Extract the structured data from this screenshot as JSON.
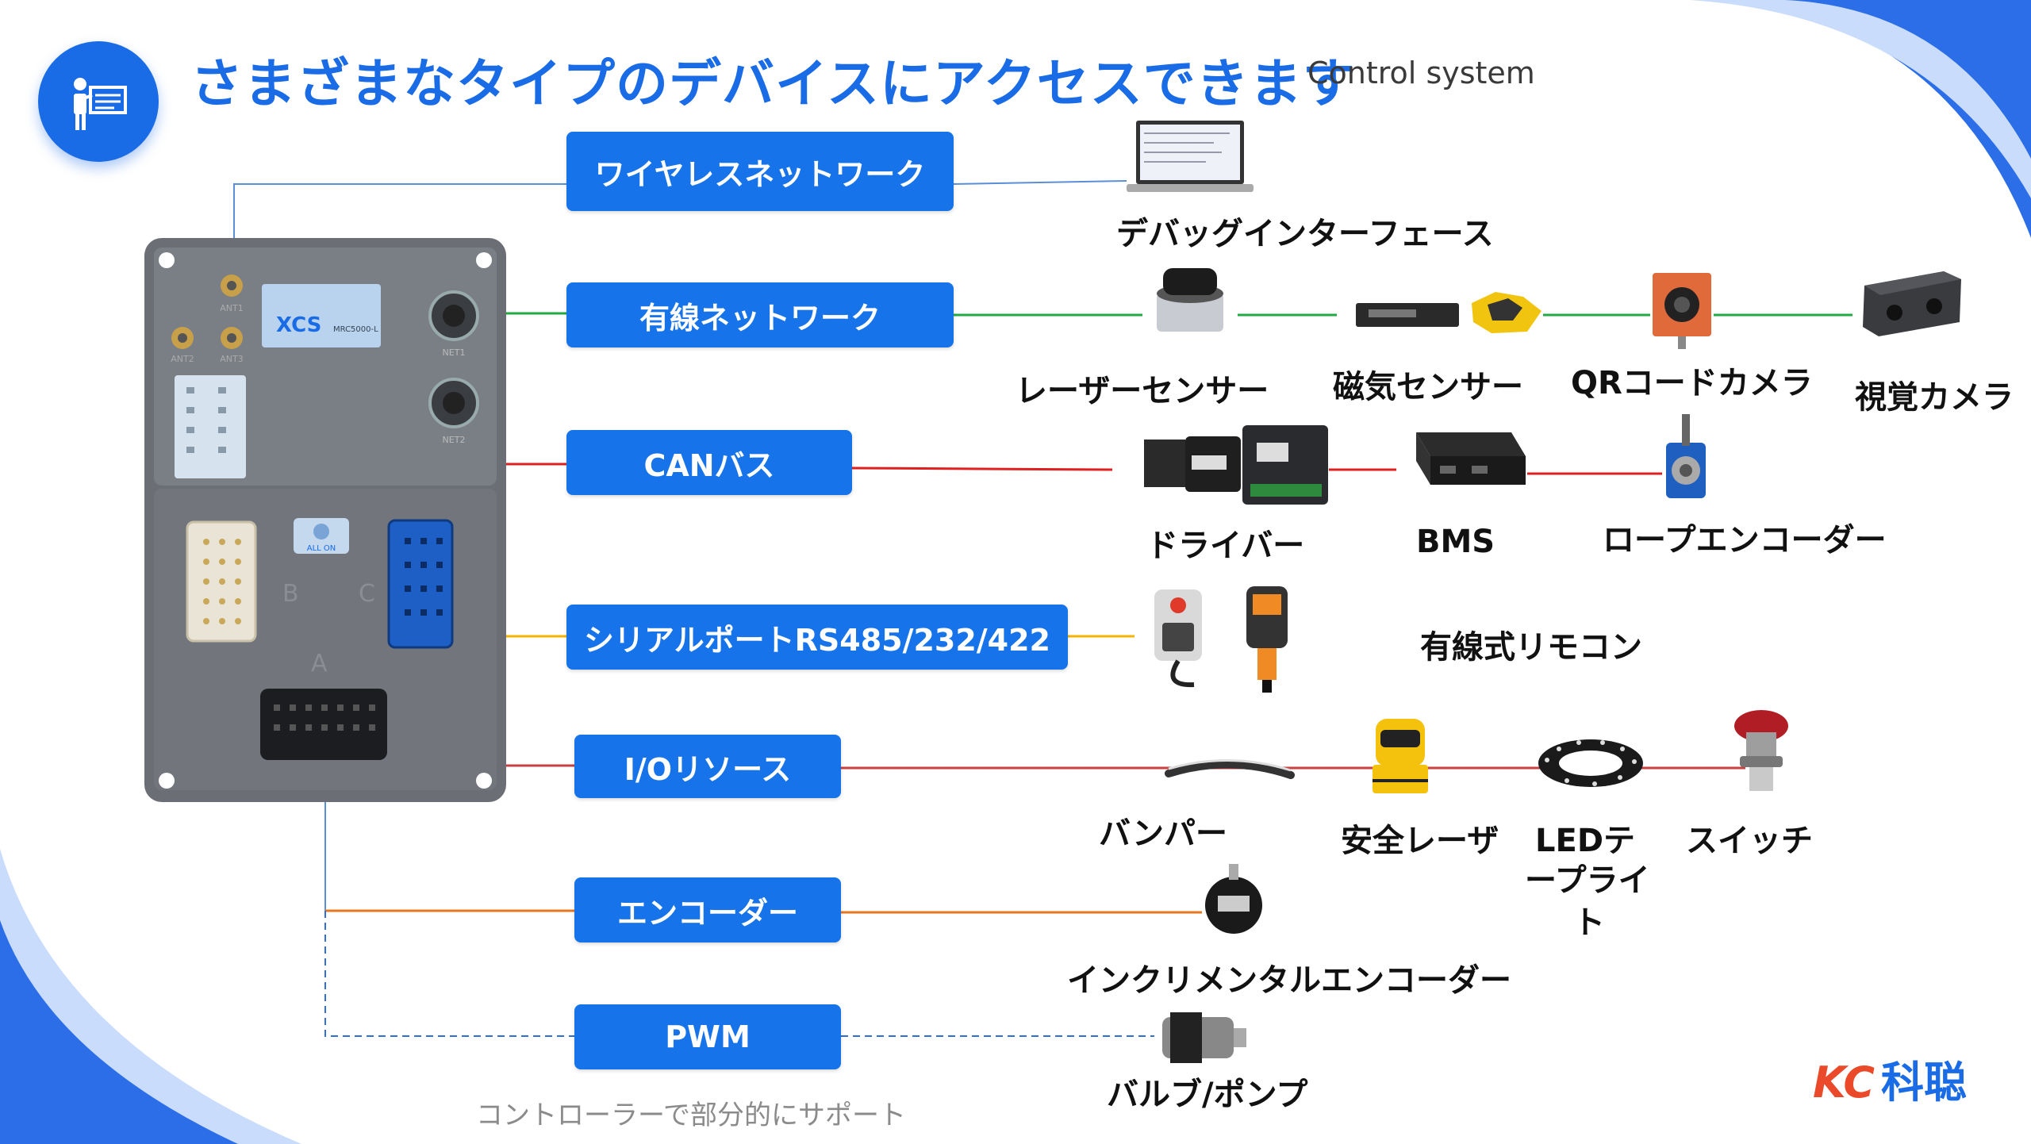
{
  "title": "さまざまなタイプのデバイスにアクセスできます",
  "subtitle": "Control system",
  "categories": [
    "ワイヤレスネットワーク",
    "有線ネットワーク",
    "CANバス",
    "シリアルポートRS485/232/422",
    "I/Oリソース",
    "エンコーダー",
    "PWM"
  ],
  "devices": {
    "debug": "デバッグインターフェース",
    "laser": "レーザーセンサー",
    "magnetic": "磁気センサー",
    "qr": "QRコードカメラ",
    "vision": "視覚カメラ",
    "driver": "ドライバー",
    "bms": "BMS",
    "rope": "ロープエンコーダー",
    "remote": "有線式リモコン",
    "bumper": "バンパー",
    "safety": "安全レーザ",
    "led_line1": "LEDテ",
    "led_line2": "ープライ",
    "led_line3": "ト",
    "switch": "スイッチ",
    "incremental": "インクリメンタルエンコーダー",
    "valve": "バルブ/ポンプ"
  },
  "controller": {
    "ports": [
      "A",
      "B",
      "C"
    ],
    "connector_labels": [
      "ANT1",
      "ANT2",
      "ANT3",
      "NET1",
      "NET2"
    ],
    "model": "MRC5000-L",
    "brand": "XCS",
    "button": "ALL ON"
  },
  "note": "コントローラーで部分的にサポート",
  "logo": {
    "kc": "KC",
    "cn": "科聪"
  },
  "colors": {
    "accent": "#1673ea",
    "wired": "#22aa44",
    "can": "#e02020",
    "serial": "#f5b400",
    "io": "#d03030",
    "encoder": "#e87722",
    "pwm": "#2f6fd6"
  },
  "icons": [
    "presenter-icon"
  ]
}
